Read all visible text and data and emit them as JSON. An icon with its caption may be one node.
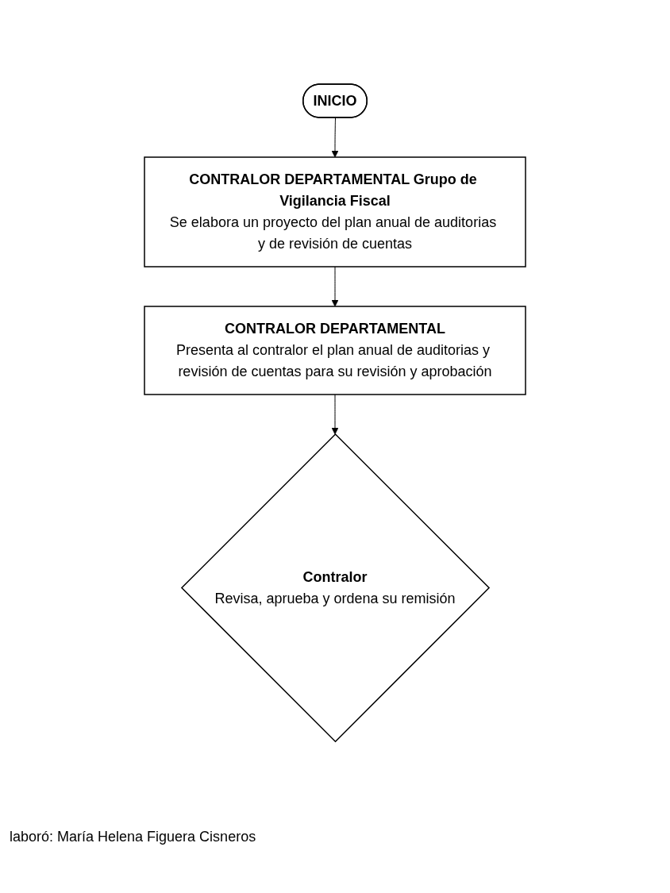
{
  "diagram": {
    "nodes": [
      {
        "text": [
          "INICIO"
        ]
      },
      {
        "text": [
          "CONTRALOR DEPARTAMENTAL Grupo de Vigilancia Fiscal",
          "Se elabora un proyecto del plan anual de auditorias y de revisión de cuentas"
        ]
      },
      {
        "text": [
          "CONTRALOR DEPARTAMENTAL",
          "Presenta al contralor el plan anual de auditorias y revisión de cuentas para su revisión y aprobación"
        ]
      },
      {
        "text": [
          "Contralor",
          "Revisa, aprueba y ordena su remisión"
        ]
      }
    ],
    "edges": [
      {
        "from": 0,
        "to": 1,
        "arrow": "to"
      },
      {
        "from": 1,
        "to": 2,
        "arrow": "to"
      },
      {
        "from": 2,
        "to": 3,
        "arrow": "to"
      }
    ],
    "labels": [
      "laboró: María Helena Figuera Cisneros"
    ]
  }
}
